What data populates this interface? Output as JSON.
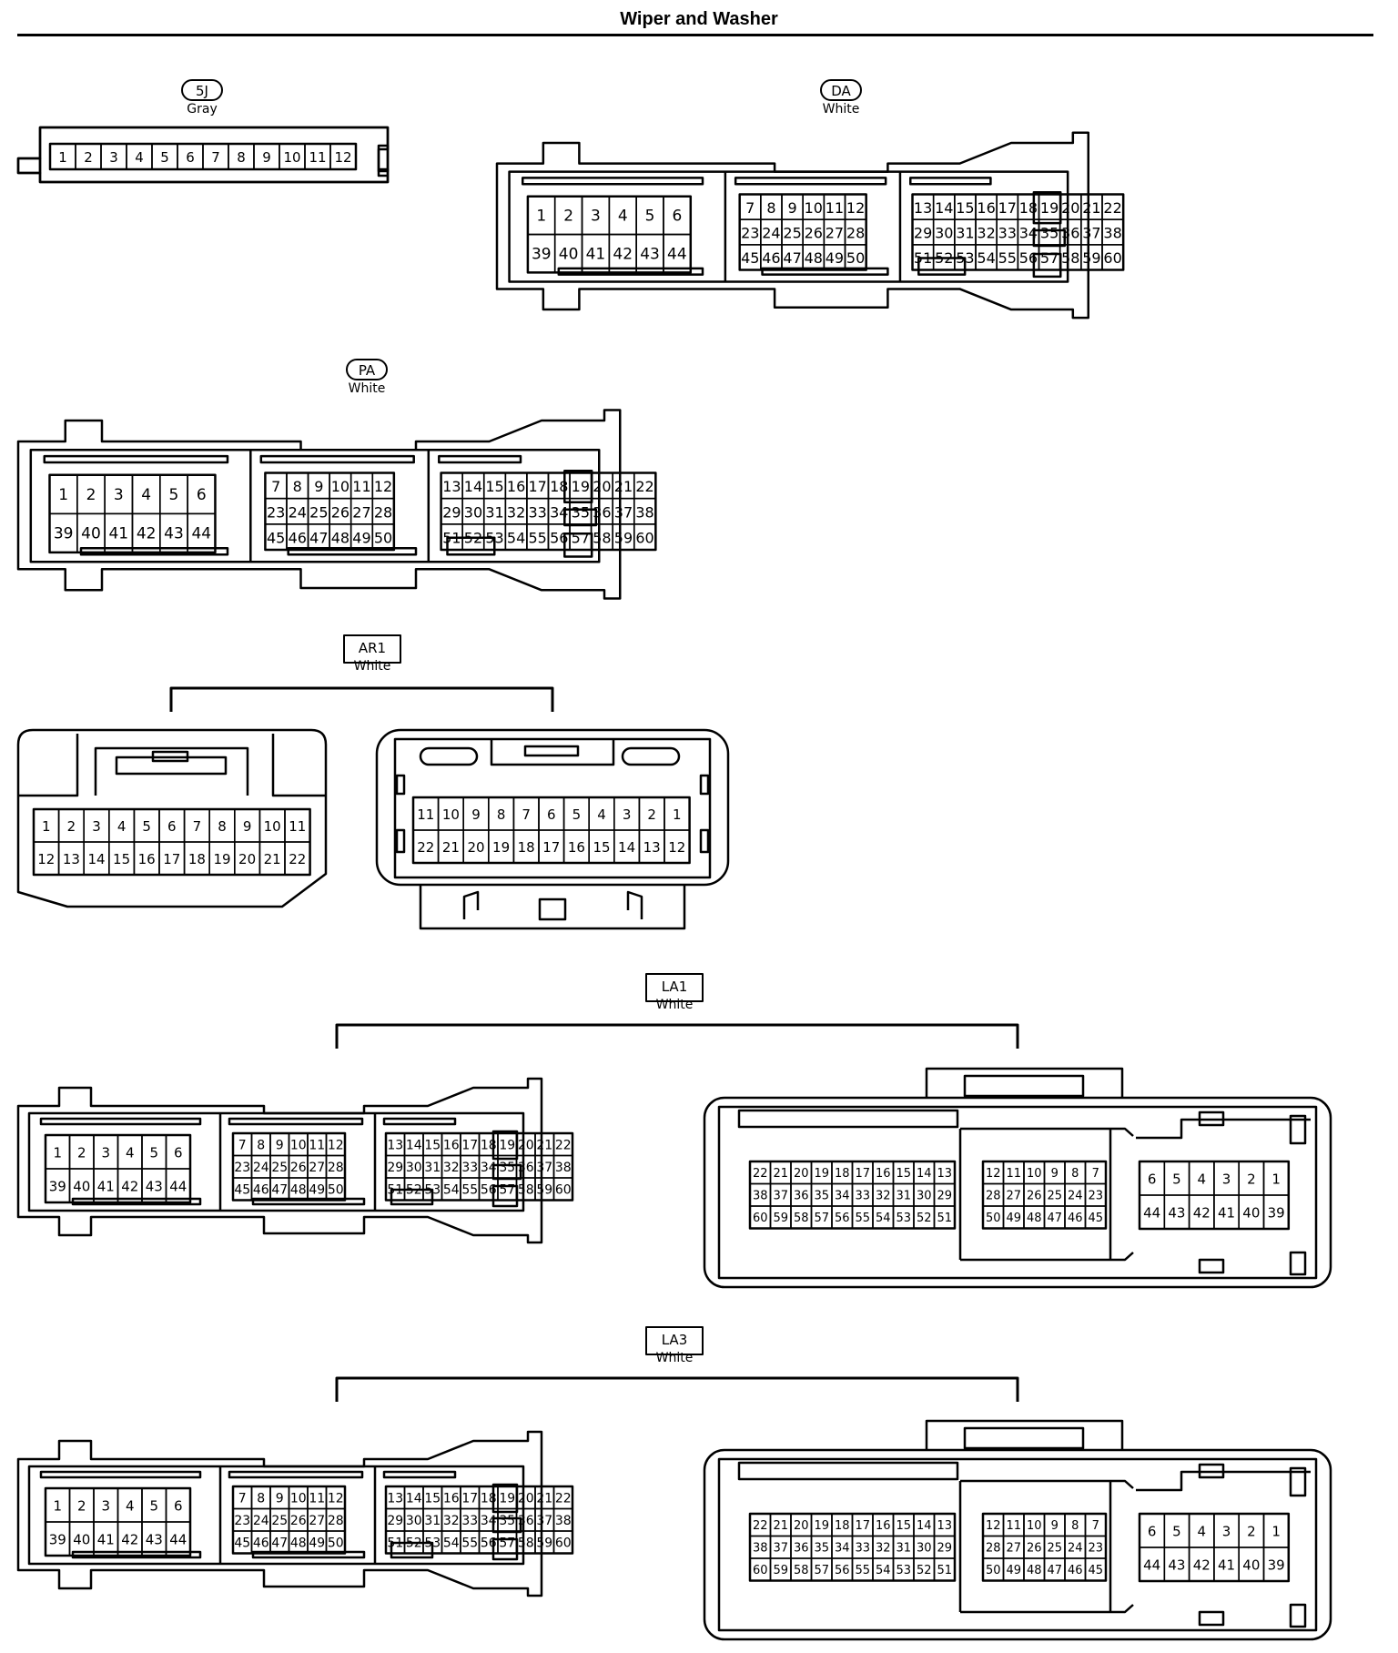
{
  "page": {
    "title": "Wiper and Washer"
  },
  "connectors": [
    {
      "id": "5j",
      "label": "5J",
      "label_style": "oval",
      "color": "Gray"
    },
    {
      "id": "da",
      "label": "DA",
      "label_style": "oval",
      "color": "White"
    },
    {
      "id": "pa",
      "label": "PA",
      "label_style": "oval",
      "color": "White"
    },
    {
      "id": "ar1",
      "label": "AR1",
      "label_style": "box",
      "color": "White"
    },
    {
      "id": "la1",
      "label": "LA1",
      "label_style": "box",
      "color": "White"
    },
    {
      "id": "la3",
      "label": "LA3",
      "label_style": "box",
      "color": "White"
    }
  ],
  "pin_blocks": {
    "conn12": [
      [
        "1",
        "2",
        "3",
        "4",
        "5",
        "6",
        "7",
        "8",
        "9",
        "10",
        "11",
        "12"
      ]
    ],
    "male_a": [
      [
        "1",
        "2",
        "3",
        "4",
        "5",
        "6"
      ],
      [
        "39",
        "40",
        "41",
        "42",
        "43",
        "44"
      ]
    ],
    "male_b": [
      [
        "7",
        "8",
        "9",
        "10",
        "11",
        "12"
      ],
      [
        "23",
        "24",
        "25",
        "26",
        "27",
        "28"
      ],
      [
        "45",
        "46",
        "47",
        "48",
        "49",
        "50"
      ]
    ],
    "male_c": [
      [
        "13",
        "14",
        "15",
        "16",
        "17",
        "18",
        "19",
        "20",
        "21",
        "22"
      ],
      [
        "29",
        "30",
        "31",
        "32",
        "33",
        "34",
        "35",
        "36",
        "37",
        "38"
      ],
      [
        "51",
        "52",
        "53",
        "54",
        "55",
        "56",
        "57",
        "58",
        "59",
        "60"
      ]
    ],
    "female_a": [
      [
        "22",
        "21",
        "20",
        "19",
        "18",
        "17",
        "16",
        "15",
        "14",
        "13"
      ],
      [
        "38",
        "37",
        "36",
        "35",
        "34",
        "33",
        "32",
        "31",
        "30",
        "29"
      ],
      [
        "60",
        "59",
        "58",
        "57",
        "56",
        "55",
        "54",
        "53",
        "52",
        "51"
      ]
    ],
    "female_b": [
      [
        "12",
        "11",
        "10",
        "9",
        "8",
        "7"
      ],
      [
        "28",
        "27",
        "26",
        "25",
        "24",
        "23"
      ],
      [
        "50",
        "49",
        "48",
        "47",
        "46",
        "45"
      ]
    ],
    "female_c": [
      [
        "6",
        "5",
        "4",
        "3",
        "2",
        "1"
      ],
      [
        "44",
        "43",
        "42",
        "41",
        "40",
        "39"
      ]
    ],
    "ar1_male": [
      [
        "1",
        "2",
        "3",
        "4",
        "5",
        "6",
        "7",
        "8",
        "9",
        "10",
        "11"
      ],
      [
        "12",
        "13",
        "14",
        "15",
        "16",
        "17",
        "18",
        "19",
        "20",
        "21",
        "22"
      ]
    ],
    "ar1_female": [
      [
        "11",
        "10",
        "9",
        "8",
        "7",
        "6",
        "5",
        "4",
        "3",
        "2",
        "1"
      ],
      [
        "22",
        "21",
        "20",
        "19",
        "18",
        "17",
        "16",
        "15",
        "14",
        "13",
        "12"
      ]
    ]
  }
}
